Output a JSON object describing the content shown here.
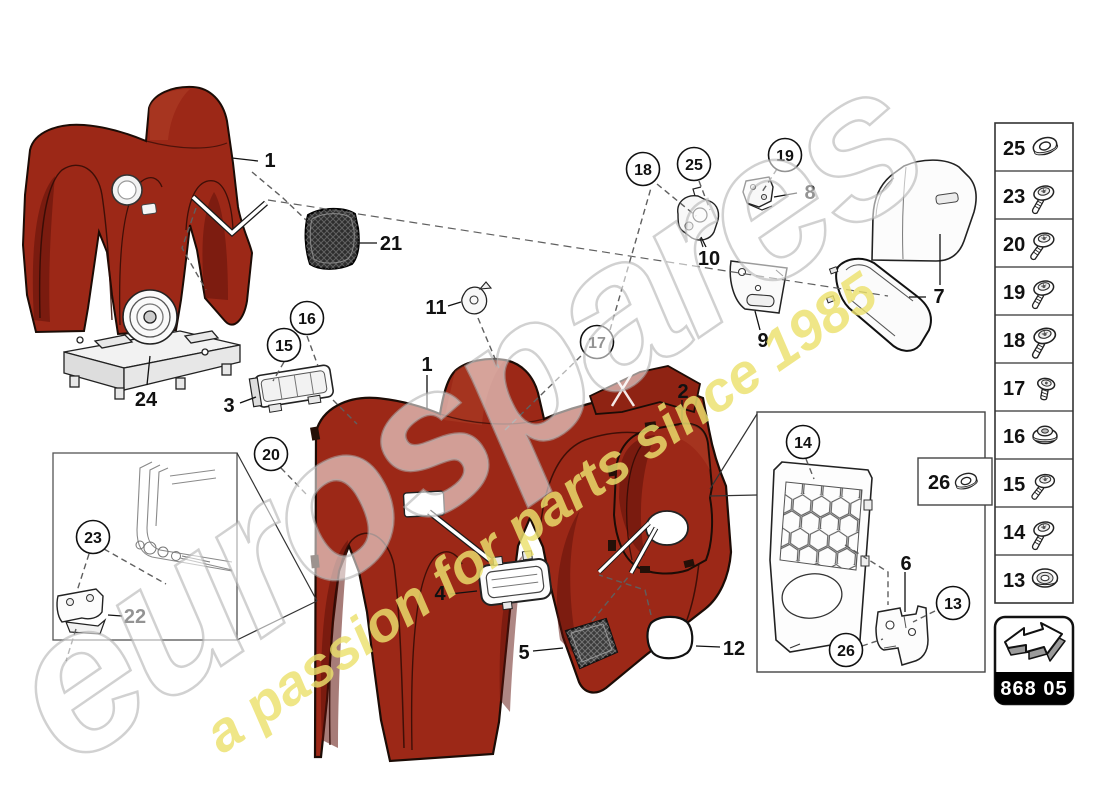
{
  "watermark": {
    "brand": "eurospares",
    "tagline": "a passion for parts since 1985"
  },
  "callouts": {
    "n1": "1",
    "n2": "2",
    "n3": "3",
    "n4": "4",
    "n5": "5",
    "n6": "6",
    "n7": "7",
    "n8": "8",
    "n9": "9",
    "n10": "10",
    "n11": "11",
    "n12": "12",
    "n13": "13",
    "n14": "14",
    "n15": "15",
    "n16": "16",
    "n17": "17",
    "n18": "18",
    "n19": "19",
    "n20": "20",
    "n21": "21",
    "n22": "22",
    "n23": "23",
    "n24": "24",
    "n25": "25",
    "n26": "26"
  },
  "sidebar": {
    "items": [
      {
        "n": "25",
        "icon": "flanged-washer"
      },
      {
        "n": "23",
        "icon": "torx-screw"
      },
      {
        "n": "20",
        "icon": "torx-screw"
      },
      {
        "n": "19",
        "icon": "torx-screw"
      },
      {
        "n": "18",
        "icon": "flanged-torx-screw"
      },
      {
        "n": "17",
        "icon": "short-screw"
      },
      {
        "n": "16",
        "icon": "flanged-nut"
      },
      {
        "n": "15",
        "icon": "washer-screw"
      },
      {
        "n": "14",
        "icon": "washer-screw"
      },
      {
        "n": "13",
        "icon": "grommet"
      }
    ]
  },
  "inset_box": {
    "n": "26",
    "icon": "washer"
  },
  "footer": {
    "code": "868 05",
    "icon": "direction-arrow"
  },
  "colors": {
    "panel_red": "#9c2817",
    "panel_shadow": "#5e100a",
    "grille_dark": "#2d2d2d",
    "watermark_yellow": "#ebe06c"
  }
}
